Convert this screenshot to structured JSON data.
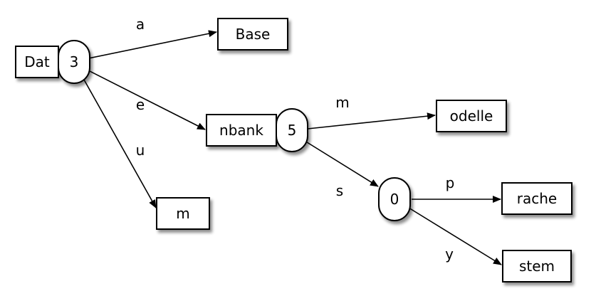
{
  "nodes": {
    "dat": "Dat",
    "dat_count": "3",
    "base": "Base",
    "nbank": "nbank",
    "nbank_count": "5",
    "m_leaf": "m",
    "odelle": "odelle",
    "zero_count": "0",
    "rache": "rache",
    "stem": "stem"
  },
  "edges": {
    "a": "a",
    "e": "e",
    "u": "u",
    "m": "m",
    "s": "s",
    "p": "p",
    "y": "y"
  }
}
